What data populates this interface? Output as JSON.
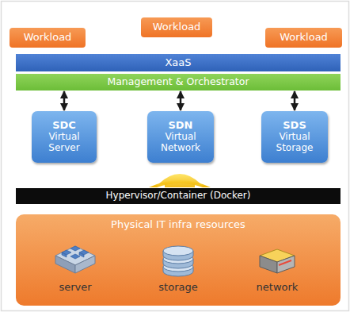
{
  "diagram": {
    "nodes": [
      {
        "text": [
          "Workload"
        ]
      },
      {
        "text": [
          "Workload"
        ]
      },
      {
        "text": [
          "Workload"
        ]
      },
      {
        "text": [
          "XaaS"
        ]
      },
      {
        "text": [
          "Management & Orchestrator"
        ]
      },
      {
        "text": [
          "SDC",
          "Virtual Server"
        ]
      },
      {
        "text": [
          "SDN",
          "Virtual Network"
        ]
      },
      {
        "text": [
          "SDS",
          "Virtual Storage"
        ]
      },
      {
        "text": [
          "Hypervisor/Container (Docker)"
        ]
      },
      {
        "text": [
          "Physical IT infra resources"
        ]
      }
    ],
    "edges": [
      {
        "from": 4,
        "to": 5,
        "arrow": "both"
      },
      {
        "from": 4,
        "to": 6,
        "arrow": "both"
      },
      {
        "from": 4,
        "to": 7,
        "arrow": "both"
      }
    ],
    "labels": [
      "server",
      "storage",
      "network"
    ]
  }
}
